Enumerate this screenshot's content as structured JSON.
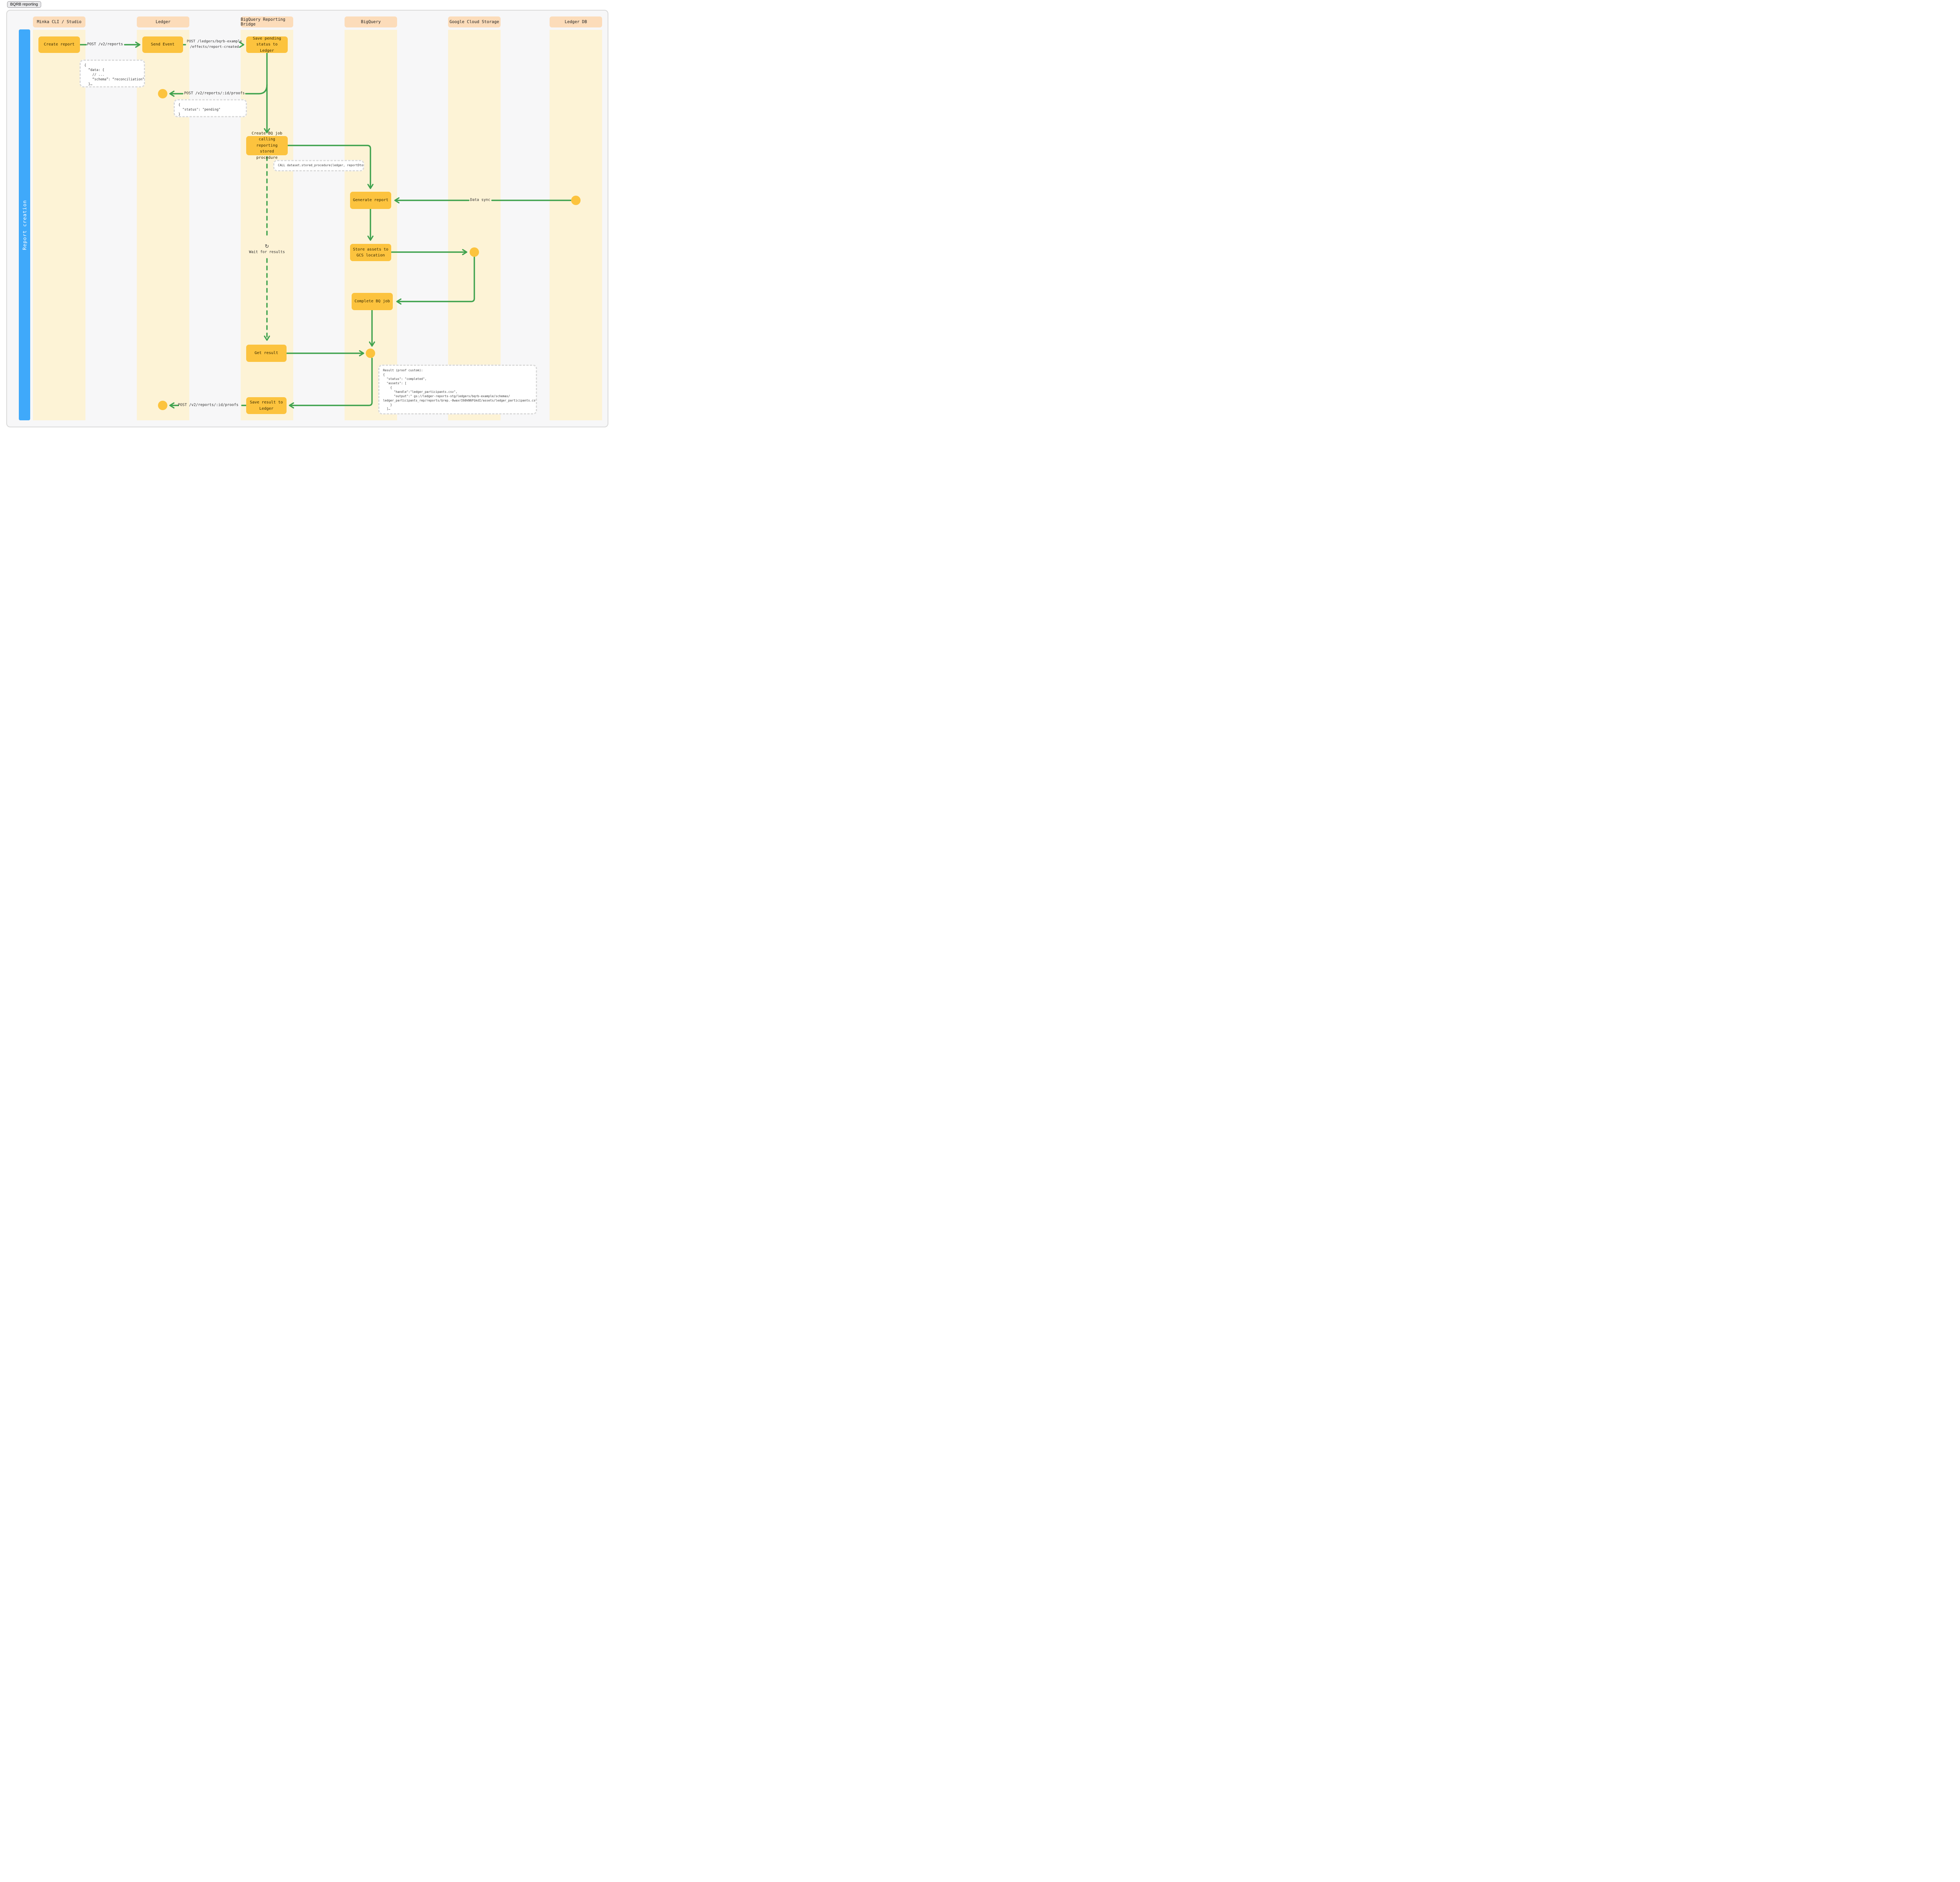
{
  "badge": {
    "label": "BQRB reporting"
  },
  "section_label": "Report creation",
  "lanes": [
    {
      "label": "Minka CLI / Studio"
    },
    {
      "label": "Ledger"
    },
    {
      "label": "BigQuery Reporting Bridge"
    },
    {
      "label": "BigQuery"
    },
    {
      "label": "Google Cloud Storage"
    },
    {
      "label": "Ledger DB"
    }
  ],
  "nodes": {
    "create_report": "Create report",
    "send_event": "Send Event",
    "save_pending": "Save pending status to Ledger",
    "create_bq_job": "Create BQ job calling reporting stored procedure",
    "generate_report": "Generate report",
    "store_assets": "Store assets to GCS location",
    "complete_bq_job": "Complete BQ job",
    "get_result": "Get result",
    "save_result": "Save result to Ledger"
  },
  "messages": {
    "post_reports": "POST /v2/reports",
    "post_effects": "POST /ledgers/bqrb-example\n/effects/report-created",
    "post_proofs_1": "POST /v2/reports/:id/proofs",
    "data_sync": "Data sync",
    "wait": "Wait for results",
    "wait_icon": "↻",
    "post_proofs_2": "POST /v2/reports/:id/proofs"
  },
  "notes": {
    "report_payload": "{\n  “data: {\n    // ...\n    “schema”: “reconciliation”\n  }…",
    "pending_status": "{\n  \"status\": \"pending\"\n}",
    "call_procedure": "CALL dataset.stored_procedure(ledger, reportDto)",
    "result": "Result (proof custom):\n{\n  \"status\": \"completed\",\n  \"assets\": [\n    {\n      \"handle\":\"ledger_participants.csv\",\n      \"output\":\" gs://ledger-reports-stg/ledgers/bqrb-example/schemas/\nledger_participants_rep/reports/$rep.-0waxrI60kN6FGkdI/assets/ledger_participants.csv\"\n    }\n  ]…"
  },
  "colors": {
    "arrow_green": "#3fa24e",
    "node_yellow": "#fcc33e",
    "lane_header_peach": "#fcdcba",
    "lane_band_yellow": "#fdf3d6",
    "activation_blue": "#3fa9fa",
    "frame_bg": "#f7f7f8",
    "note_border": "#dadada"
  }
}
